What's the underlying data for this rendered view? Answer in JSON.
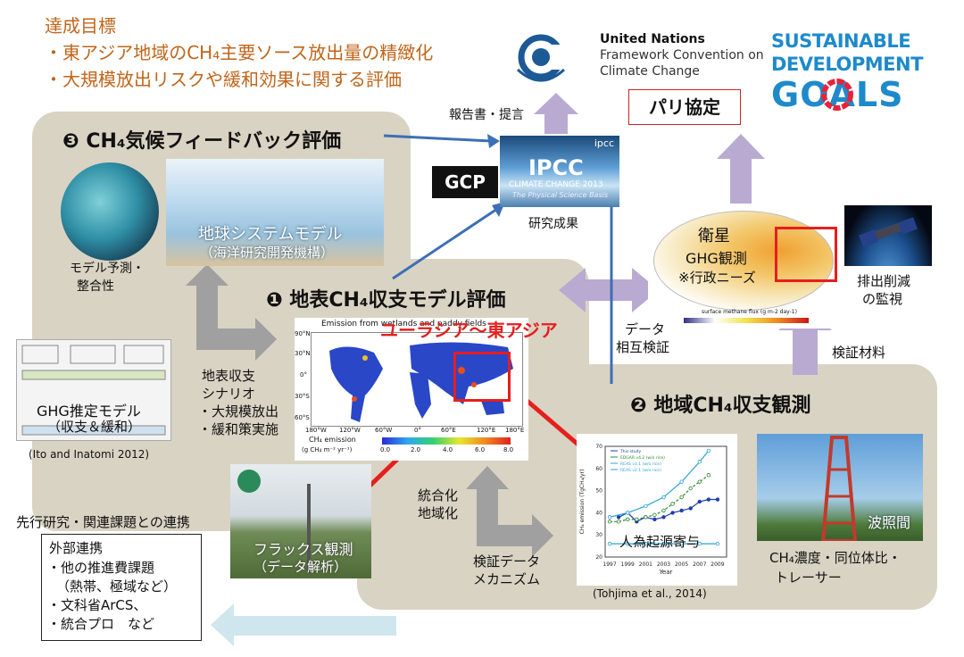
{
  "goals": {
    "title": "達成目標",
    "line1": "・東アジア地域のCH₄主要ソース放出量の精緻化",
    "line2": "・大規模放出リスクや緩和効果に関する評価"
  },
  "un": {
    "line1": "United Nations",
    "line2": "Framework Convention on",
    "line3": "Climate Change"
  },
  "paris": "パリ協定",
  "sdg": {
    "line1": "SUSTAINABLE",
    "line2": "DEVELOPMENT",
    "line3": "GOALS"
  },
  "report": "報告書・提言",
  "ipcc": {
    "tag": "ipcc",
    "big": "IPCC",
    "sub": "CLIMATE CHANGE 2013",
    "sub2": "The Physical Science Basis"
  },
  "gcp": "GCP",
  "research": "研究成果",
  "section3": {
    "num": "❸",
    "title": "CH₄気候フィードバック評価"
  },
  "earth_model": {
    "line1": "地球システムモデル",
    "line2": "（海洋研究開発機構）"
  },
  "model_pred": {
    "line1": "モデル予測・",
    "line2": "整合性"
  },
  "section1": {
    "num": "❶",
    "title": "地表CH₄収支モデル評価"
  },
  "map": {
    "title": "Emission from wetlands and paddy fields",
    "overlay": "ユーラシア～東アジア",
    "lat": [
      "90°N",
      "30°N",
      "0°",
      "30°S",
      "60°S"
    ],
    "lon": [
      "180°W",
      "120°W",
      "60°W",
      "0°",
      "60°E",
      "120°E",
      "180°E"
    ],
    "cb_label1": "CH₄ emission",
    "cb_label2": "(g CH₄ m⁻² yr⁻¹)",
    "cb_ticks": [
      "0.0",
      "2.0",
      "4.0",
      "6.0",
      "8.0"
    ]
  },
  "ghg_model": {
    "line1": "GHG推定モデル",
    "line2": "（収支＆緩和）",
    "cite": "(Ito and Inatomi 2012)"
  },
  "scenario": {
    "line1": "地表収支",
    "line2": "シナリオ",
    "line3": "・大規模放出",
    "line4": "・緩和策実施"
  },
  "satellite_map": {
    "line1": "衛星",
    "line2": "GHG観測",
    "line3": "※行政ニーズ",
    "scale": "surface methane flux (g m-2 day-1)"
  },
  "data_verify": {
    "line1": "データ",
    "line2": "相互検証"
  },
  "reduction": {
    "line1": "排出削減",
    "line2": "の監視"
  },
  "verify_material": "検証材料",
  "section2": {
    "num": "❷",
    "title": "地域CH₄収支観測"
  },
  "flux": {
    "line1": "フラックス観測",
    "line2": "（データ解析）"
  },
  "integration": {
    "line1": "統合化",
    "line2": "地域化"
  },
  "verify_data": {
    "line1": "検証データ",
    "line2": "メカニズム"
  },
  "chart_label": "人為起源寄与",
  "chart_cite": "(Tohjima et al., 2014)",
  "tower": {
    "name": "波照間",
    "line1": "CH₄濃度・同位体比・",
    "line2": "トレーサー"
  },
  "prior": {
    "title": "先行研究・関連課題との連携"
  },
  "external": {
    "title": "外部連携",
    "line1": "・他の推進費課題",
    "line2": "（熱帯、極域など）",
    "line3": "・文科省ArCS、",
    "line4": "・統合プロ　など"
  },
  "chart_data": {
    "type": "line",
    "xlabel": "Year",
    "ylabel": "CH₄ emission (TgCH₄/yr)",
    "x_ticks": [
      "1997",
      "1999",
      "2001",
      "2003",
      "2005",
      "2007",
      "2009"
    ],
    "y_ticks": [
      "20",
      "30",
      "40",
      "50",
      "60",
      "70"
    ],
    "ylim": [
      20,
      70
    ],
    "series": [
      {
        "name": "This study",
        "x": [
          1998,
          1999,
          2000,
          2001,
          2002,
          2003,
          2004,
          2005,
          2006,
          2007,
          2008,
          2009
        ],
        "values": [
          38,
          40,
          36,
          38,
          37,
          38,
          40,
          41,
          42,
          45,
          46,
          46
        ]
      },
      {
        "name": "EDGAR v4.2 (w/o rice)",
        "x": [
          1997,
          1998,
          1999,
          2000,
          2001,
          2002,
          2003,
          2004,
          2005,
          2006,
          2007,
          2008
        ],
        "values": [
          36,
          36,
          37,
          37,
          38,
          39,
          41,
          44,
          47,
          51,
          54,
          57
        ]
      },
      {
        "name": "REAS v1.1 (w/o rice)",
        "x": [
          1997,
          1999,
          2001,
          2003,
          2005,
          2007,
          2008
        ],
        "values": [
          38,
          40,
          43,
          47,
          54,
          63,
          68
        ]
      },
      {
        "name": "REAS v2.1 (w/o rice)",
        "x": [
          1997,
          1999,
          2001,
          2003,
          2005,
          2007,
          2009
        ],
        "values": [
          26,
          26,
          26,
          26,
          26,
          26,
          26
        ]
      }
    ],
    "colors": [
      "#1f3fae",
      "#2a8a2a",
      "#29a3d8",
      "#29a3d8"
    ]
  }
}
